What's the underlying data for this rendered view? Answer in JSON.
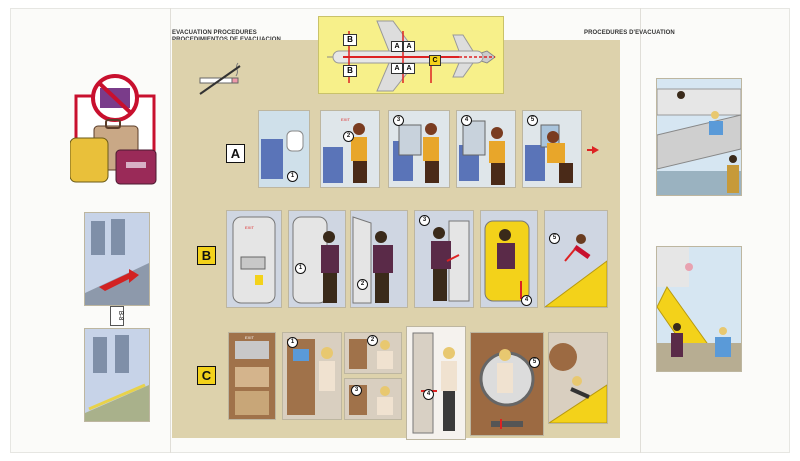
{
  "header": {
    "title_en": "EVACUATION PROCEDURES",
    "title_es": "PROCEDIMIENTOS DE EVACUACION",
    "title_fr": "PROCEDURES D'EVACUATION"
  },
  "plane_diagram": {
    "door_labels": [
      "B",
      "A",
      "A",
      "B",
      "A",
      "A",
      "C"
    ]
  },
  "rows": [
    {
      "badge": "A",
      "steps": [
        "1",
        "2",
        "3",
        "4",
        "5"
      ]
    },
    {
      "badge": "B",
      "steps": [
        "1",
        "2",
        "3",
        "4",
        "5"
      ]
    },
    {
      "badge": "C",
      "steps": [
        "1",
        "2",
        "3",
        "4",
        "5"
      ]
    }
  ],
  "exit_sign": "EXIT",
  "side_label": "B-8",
  "colors": {
    "panel": "#ddd2ac",
    "highlight_yellow": "#f3d21a",
    "arrow_red": "#d22222",
    "plane_box": "#f7f08a",
    "no_sign_red": "#c8102e"
  }
}
